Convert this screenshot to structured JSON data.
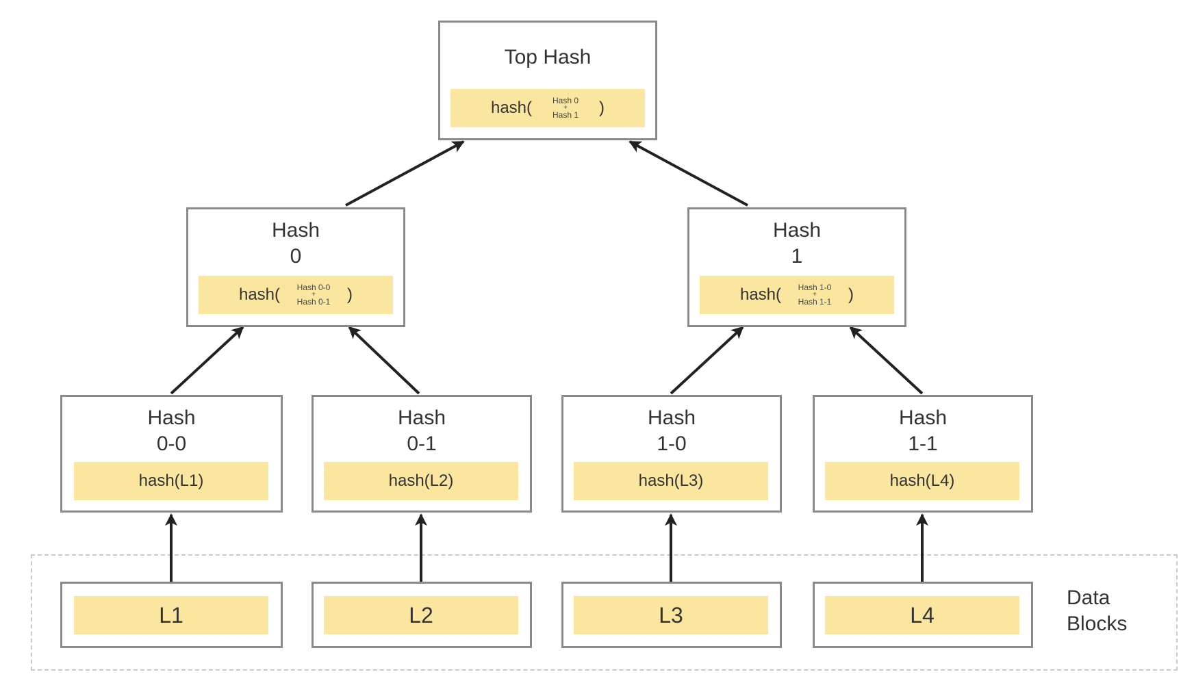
{
  "top": {
    "title": "Top Hash",
    "fn": "hash(",
    "arg1": "Hash 0",
    "plus": "+",
    "arg2": "Hash 1",
    "close": ")"
  },
  "level1": [
    {
      "title1": "Hash",
      "title2": "0",
      "fn": "hash(",
      "arg1": "Hash 0-0",
      "plus": "+",
      "arg2": "Hash 0-1",
      "close": ")"
    },
    {
      "title1": "Hash",
      "title2": "1",
      "fn": "hash(",
      "arg1": "Hash 1-0",
      "plus": "+",
      "arg2": "Hash 1-1",
      "close": ")"
    }
  ],
  "level2": [
    {
      "title1": "Hash",
      "title2": "0-0",
      "formula": "hash(L1)"
    },
    {
      "title1": "Hash",
      "title2": "0-1",
      "formula": "hash(L2)"
    },
    {
      "title1": "Hash",
      "title2": "1-0",
      "formula": "hash(L3)"
    },
    {
      "title1": "Hash",
      "title2": "1-1",
      "formula": "hash(L4)"
    }
  ],
  "leaves": [
    "L1",
    "L2",
    "L3",
    "L4"
  ],
  "data_blocks": {
    "line1": "Data",
    "line2": "Blocks"
  },
  "colors": {
    "strip": "#fbe6a0",
    "border": "#8a8a8a",
    "dashed": "#c8c8c8",
    "arrow": "#333333"
  }
}
